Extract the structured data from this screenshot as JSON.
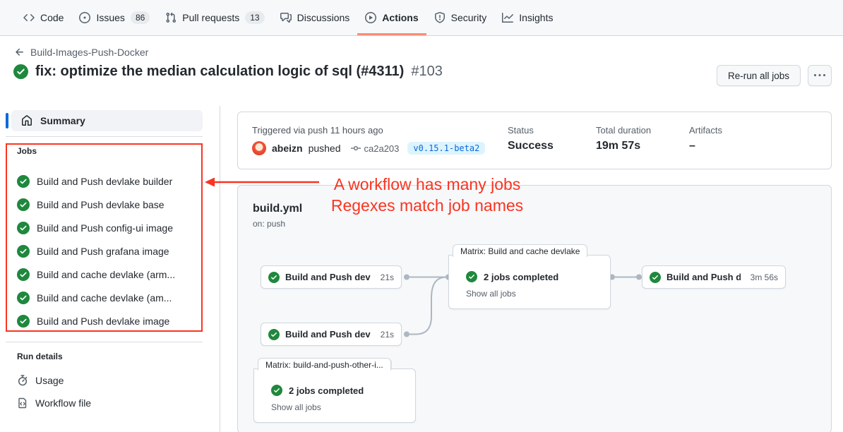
{
  "nav": {
    "items": [
      {
        "label": "Code"
      },
      {
        "label": "Issues",
        "count": "86"
      },
      {
        "label": "Pull requests",
        "count": "13"
      },
      {
        "label": "Discussions"
      },
      {
        "label": "Actions",
        "active": true
      },
      {
        "label": "Security"
      },
      {
        "label": "Insights"
      }
    ]
  },
  "header": {
    "breadcrumb": "Build-Images-Push-Docker",
    "title": "fix: optimize the median calculation logic of sql (#4311)",
    "run_number": "#103",
    "rerun_button": "Re-run all jobs"
  },
  "sidebar": {
    "summary_label": "Summary",
    "jobs_section_label": "Jobs",
    "jobs": [
      {
        "label": "Build and Push devlake builder"
      },
      {
        "label": "Build and Push devlake base"
      },
      {
        "label": "Build and Push config-ui image"
      },
      {
        "label": "Build and Push grafana image"
      },
      {
        "label": "Build and cache devlake (arm..."
      },
      {
        "label": "Build and cache devlake (am..."
      },
      {
        "label": "Build and Push devlake image"
      }
    ],
    "run_details_label": "Run details",
    "usage_label": "Usage",
    "workflow_file_label": "Workflow file"
  },
  "run_info": {
    "triggered": "Triggered via push 11 hours ago",
    "actor": "abeizn",
    "action": "pushed",
    "commit_sha": "ca2a203",
    "tag": "v0.15.1-beta2",
    "status_label": "Status",
    "status_value": "Success",
    "duration_label": "Total duration",
    "duration_value": "19m 57s",
    "artifacts_label": "Artifacts",
    "artifacts_value": "–"
  },
  "annotation": {
    "line1": "A workflow has many jobs",
    "line2": "Regexes match job names"
  },
  "workflow": {
    "file_name": "build.yml",
    "trigger": "on: push",
    "nodes": {
      "node1": {
        "label": "Build and Push devlake ba...",
        "duration": "21s"
      },
      "matrix1": {
        "tab": "Matrix: Build and cache devlake",
        "status": "2 jobs completed",
        "link": "Show all jobs"
      },
      "node2": {
        "label": "Build and Push devlak...",
        "duration": "3m 56s"
      },
      "node3": {
        "label": "Build and Push devlake bu...",
        "duration": "21s"
      },
      "matrix2": {
        "tab": "Matrix: build-and-push-other-i...",
        "status": "2 jobs completed",
        "link": "Show all jobs"
      }
    }
  },
  "icons": {
    "code": "code-icon",
    "issues": "issue-opened-icon",
    "pull_requests": "git-pull-request-icon",
    "discussions": "comment-discussion-icon",
    "actions": "play-circle-icon",
    "security": "shield-icon",
    "insights": "graph-icon",
    "back": "arrow-left-icon",
    "success": "check-circle-icon",
    "summary": "home-icon",
    "usage": "stopwatch-icon",
    "workflow_file": "file-code-icon",
    "commit": "git-commit-icon",
    "more": "kebab-icon"
  },
  "colors": {
    "success_green": "#1f883d",
    "annotation_red": "#fa3421",
    "tab_underline": "#fd8c73",
    "tag_blue": "#0969da",
    "tag_bg": "#ddf4ff",
    "border": "#d0d7de",
    "canvas_bg": "#f6f8fa"
  }
}
